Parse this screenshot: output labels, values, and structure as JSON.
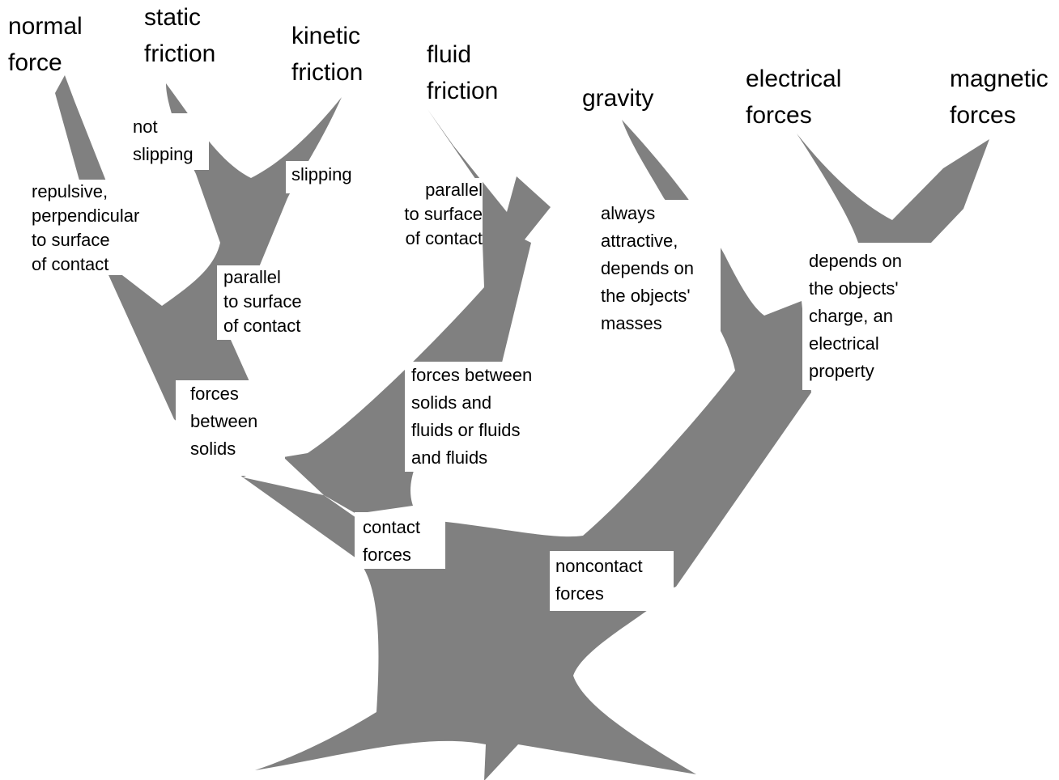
{
  "colors": {
    "tree": "#808080",
    "background": "#ffffff",
    "text": "#000000"
  },
  "leaves": {
    "normal_force": "normal\nforce",
    "static_friction": "static\nfriction",
    "kinetic_friction": "kinetic\nfriction",
    "fluid_friction": "fluid\nfriction",
    "gravity": "gravity",
    "electrical_forces": "electrical\nforces",
    "magnetic_forces": "magnetic\nforces"
  },
  "labels": {
    "normal": "repulsive,\nperpendicular\nto surface\nof contact",
    "not_slipping": "not\nslipping",
    "slipping": "slipping",
    "parallel_solid": "parallel\nto surface\nof contact",
    "parallel_fluid": "parallel\nto surface\nof contact",
    "between_solids": "forces\nbetween\nsolids",
    "solid_fluid": "forces between\nsolids and\nfluids or fluids\nand fluids",
    "gravity_desc": "always\nattractive,\ndepends on\nthe objects'\nmasses",
    "electric_desc": "depends on\nthe objects'\ncharge, an\nelectrical\nproperty",
    "contact": "contact\nforces",
    "noncontact": "noncontact\nforces"
  }
}
